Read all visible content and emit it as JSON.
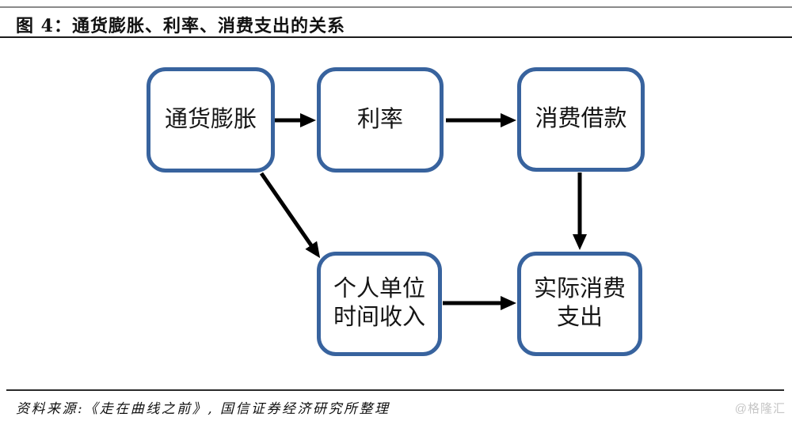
{
  "header": {
    "title": "图 4：通货膨胀、利率、消费支出的关系"
  },
  "diagram": {
    "nodes": {
      "inflation": {
        "label": "通货膨胀"
      },
      "interest_rate": {
        "label": "利率"
      },
      "consumer_borrowing": {
        "label": "消费借款"
      },
      "personal_unit_time_income": {
        "label": "个人单位\n时间收入"
      },
      "actual_consumption_spending": {
        "label": "实际消费\n支出"
      }
    },
    "edges": [
      {
        "from": "通货膨胀",
        "to": "利率"
      },
      {
        "from": "利率",
        "to": "消费借款"
      },
      {
        "from": "消费借款",
        "to": "实际消费支出"
      },
      {
        "from": "通货膨胀",
        "to": "个人单位时间收入"
      },
      {
        "from": "个人单位时间收入",
        "to": "实际消费支出"
      }
    ]
  },
  "footer": {
    "source": "资料来源:《走在曲线之前》, 国信证券经济研究所整理",
    "watermark": "@格隆汇"
  },
  "colors": {
    "node_border": "#38639e",
    "arrow": "#000000",
    "top_rule": "#8a8a8a",
    "title_rule": "#1c1c1c",
    "footer_rule": "#2a2a2a",
    "watermark": "#c6c6c6"
  }
}
